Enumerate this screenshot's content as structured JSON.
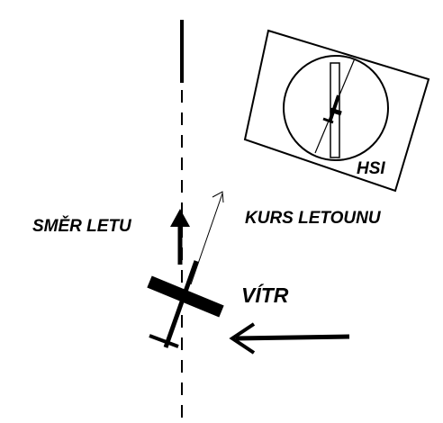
{
  "labels": {
    "flight_direction": "SMĚR LETU",
    "aircraft_heading": "KURS LETOUNU",
    "wind": "VÍTR",
    "hsi": "HSI"
  },
  "colors": {
    "ink": "#000000",
    "background": "#ffffff"
  },
  "icons": {
    "aircraft": "aircraft-icon",
    "hsi_aircraft": "hsi-aircraft-symbol-icon"
  }
}
